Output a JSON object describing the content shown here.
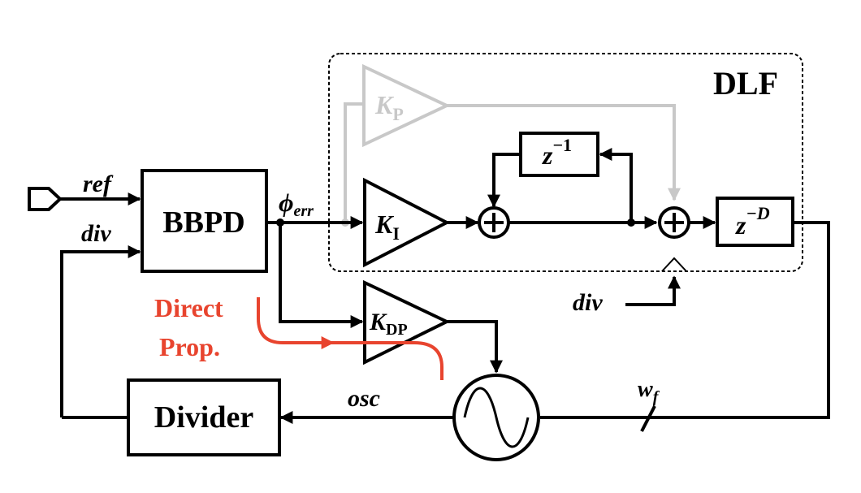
{
  "dlf_label": "DLF",
  "bbpd_label": "BBPD",
  "divider_label": "Divider",
  "ref_label": "ref",
  "div_label_top": "div",
  "div_label_bottom": "div",
  "phi_main": "ϕ",
  "phi_sub": "err",
  "kp_main": "K",
  "kp_sub": "P",
  "ki_main": "K",
  "ki_sub": "I",
  "kdp_main": "K",
  "kdp_sub": "DP",
  "z1_main": "z",
  "z1_sup": "−1",
  "zd_main": "z",
  "zd_sup": "−D",
  "osc_label": "osc",
  "wf_main": "w",
  "wf_sub": "f",
  "direct_prop_line1": "Direct",
  "direct_prop_line2": "Prop.",
  "colors": {
    "foreground": "#000000",
    "disabled_path": "#c8c8c8",
    "highlight": "#e8442e"
  }
}
